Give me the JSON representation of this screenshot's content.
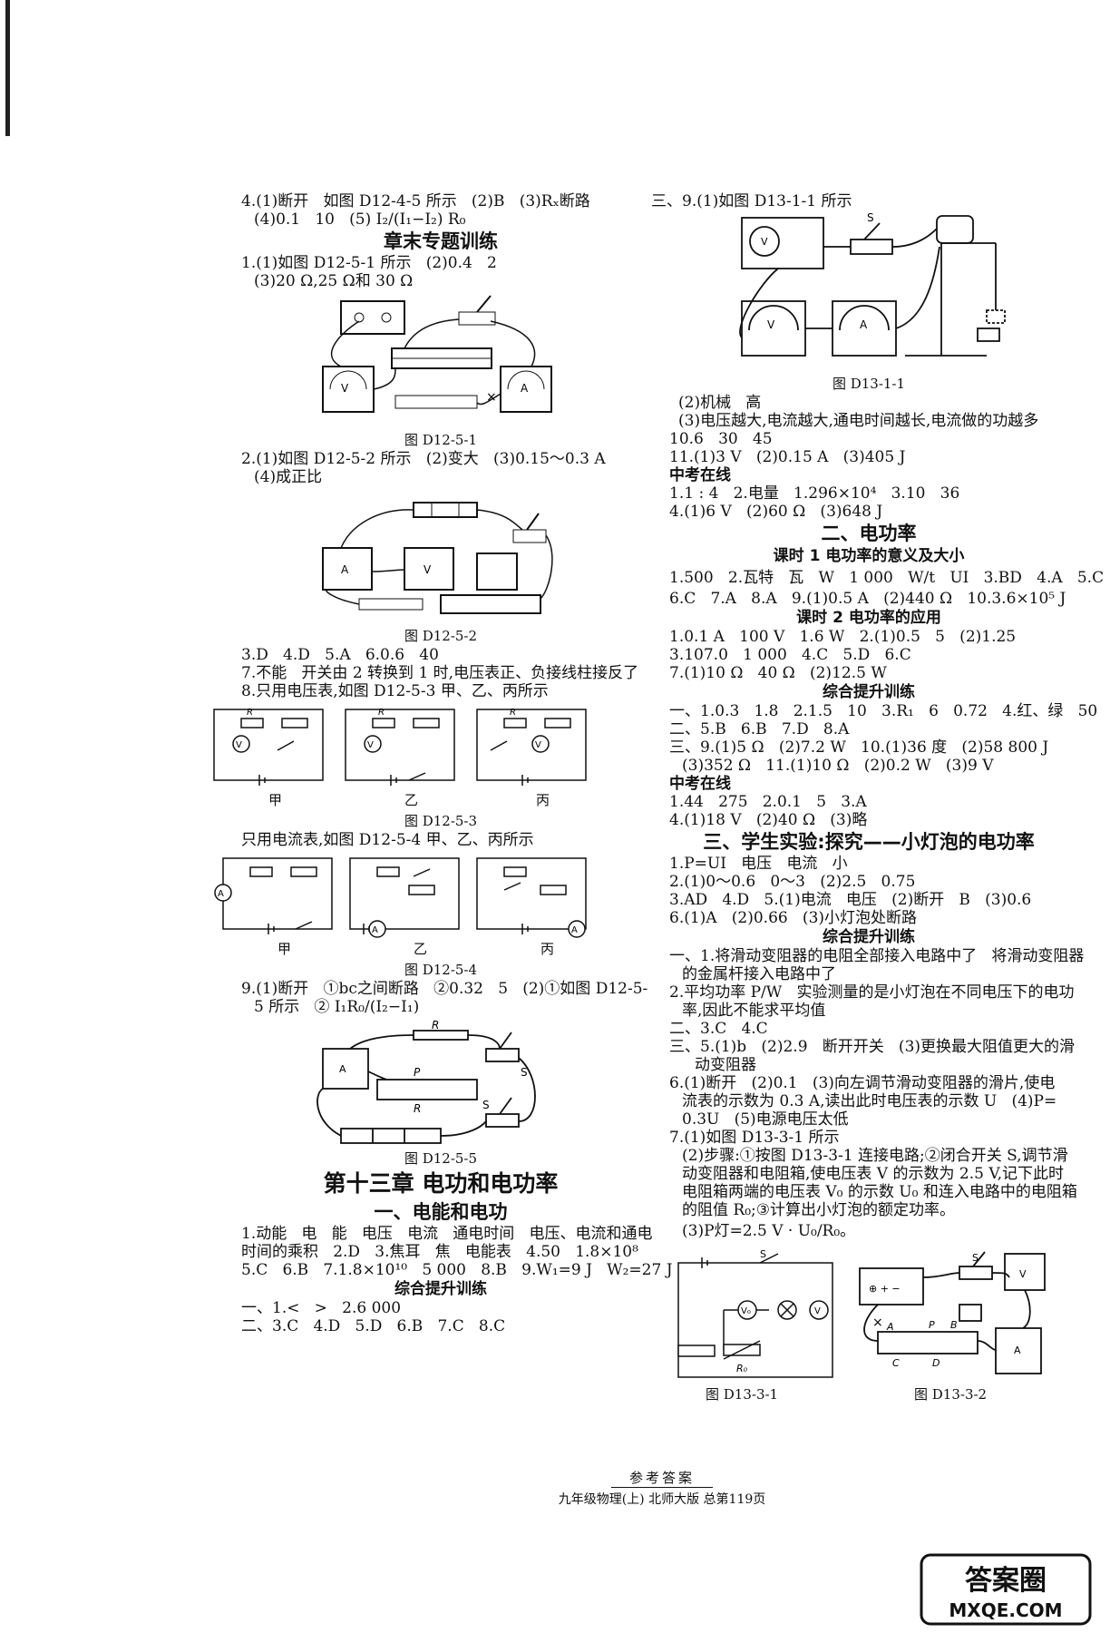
{
  "left": {
    "q4_line1": "4.(1)断开   如图 D12-4-5 所示   (2)B   (3)Rₓ断路",
    "q4_line2": "(4)0.1   10   (5) I₂/(I₁−I₂) R₀",
    "section_chapter_training": "章末专题训练",
    "q1_line1": "1.(1)如图 D12-5-1 所示   (2)0.4   2",
    "q1_line2": "(3)20 Ω,25 Ω和 30 Ω",
    "cap_d12_5_1": "图 D12-5-1",
    "q2_line1": "2.(1)如图 D12-5-2 所示   (2)变大   (3)0.15～0.3 A",
    "q2_line2": "(4)成正比",
    "cap_d12_5_2": "图 D12-5-2",
    "q3_line": "3.D   4.D   5.A   6.0.6   40",
    "q7_line": "7.不能   开关由 2 转换到 1 时,电压表正、负接线柱接反了",
    "q8_line": "8.只用电压表,如图 D12-5-3 甲、乙、丙所示",
    "label_jia": "甲",
    "label_yi": "乙",
    "label_bing": "丙",
    "cap_d12_5_3": "图 D12-5-3",
    "q8_line2": "只用电流表,如图 D12-5-4 甲、乙、丙所示",
    "cap_d12_5_4": "图 D12-5-4",
    "q9_line1": "9.(1)断开   ①bc之间断路   ②0.32   5   (2)①如图 D12-5-",
    "q9_line2": "5 所示   ② I₁R₀/(I₂−I₁)",
    "cap_d12_5_5": "图 D12-5-5",
    "chapter13_title": "第十三章   电功和电功率",
    "sec1_title": "一、电能和电功",
    "s1_line1": "1.动能   电   能   电压   电流   通电时间   电压、电流和通电",
    "s1_line2": "时间的乘积   2.D   3.焦耳   焦   电能表   4.50   1.8×10⁸",
    "s1_line3": "5.C   6.B   7.1.8×10¹⁰   5 000   8.B   9.W₁=9 J   W₂=27 J",
    "comp_title": "综合提升训练",
    "s1_line4": "一、1.<   >   2.6 000",
    "s1_line5": "二、3.C   4.D   5.D   6.B   7.C   8.C"
  },
  "right": {
    "r_line1": "三、9.(1)如图 D13-1-1 所示",
    "cap_d13_1_1": "图 D13-1-1",
    "r_line2": "(2)机械   高",
    "r_line3": "(3)电压越大,电流越大,通电时间越长,电流做的功越多",
    "r_line4": "10.6   30   45",
    "r_line5": "11.(1)3 V   (2)0.15 A   (3)405 J",
    "zk_title": "中考在线",
    "r_line6": "1.1 : 4   2.电量   1.296×10⁴   3.10   36",
    "r_line7": "4.(1)6 V   (2)60 Ω   (3)648 J",
    "sec2_title": "二、电功率",
    "lesson1_title": "课时 1   电功率的意义及大小",
    "r_line8": "1.500   2.瓦特   瓦   W   1 000   W/t   UI   3.BD   4.A   5.C",
    "r_line9": "6.C   7.A   8.A   9.(1)0.5 A   (2)440 Ω   10.3.6×10⁵ J",
    "lesson2_title": "课时 2   电功率的应用",
    "r_line10": "1.0.1 A   100 V   1.6 W   2.(1)0.5   5   (2)1.25",
    "r_line11": "3.107.0   1 000   4.C   5.D   6.C",
    "r_line12": "7.(1)10 Ω   40 Ω   (2)12.5 W",
    "comp_title2": "综合提升训练",
    "r_line13": "一、1.0.3   1.8   2.1.5   10   3.R₁   6   0.72   4.红、绿   50",
    "r_line14": "二、5.B   6.B   7.D   8.A",
    "r_line15": "三、9.(1)5 Ω   (2)7.2 W   10.(1)36 度   (2)58 800 J",
    "r_line16": "(3)352 Ω   11.(1)10 Ω   (2)0.2 W   (3)9 V",
    "zk_title2": "中考在线",
    "r_line17": "1.44   275   2.0.1   5   3.A",
    "r_line18": "4.(1)18 V   (2)40 Ω   (3)略",
    "sec3_title": "三、学生实验:探究——小灯泡的电功率",
    "r_line19": "1.P=UI   电压   电流   小",
    "r_line20": "2.(1)0～0.6   0～3   (2)2.5   0.75",
    "r_line21": "3.AD   4.D   5.(1)电流   电压   (2)断开   B   (3)0.6",
    "r_line22": "6.(1)A   (2)0.66   (3)小灯泡处断路",
    "comp_title3": "综合提升训练",
    "r_line23": "一、1.将滑动变阻器的电阻全部接入电路中了   将滑动变阻器",
    "r_line24": "的金属杆接入电路中了",
    "r_line25": "2.平均功率 P/W   实验测量的是小灯泡在不同电压下的电功",
    "r_line26": "率,因此不能求平均值",
    "r_line27": "二、3.C   4.C",
    "r_line28": "三、5.(1)b   (2)2.9   断开开关   (3)更换最大阻值更大的滑",
    "r_line29": "动变阻器",
    "r_line30": "6.(1)断开   (2)0.1   (3)向左调节滑动变阻器的滑片,使电",
    "r_line31": "流表的示数为 0.3 A,读出此时电压表的示数 U   (4)P=",
    "r_line32": "0.3U   (5)电源电压太低",
    "r_line33": "7.(1)如图 D13-3-1 所示",
    "r_line34": "(2)步骤:①按图 D13-3-1 连接电路;②闭合开关 S,调节滑",
    "r_line35": "动变阻器和电阻箱,使电压表 V 的示数为 2.5 V,记下此时",
    "r_line36": "电阻箱两端的电压表 V₀ 的示数 U₀ 和连入电路中的电阻箱",
    "r_line37": "的阻值 R₀;③计算出小灯泡的额定功率。",
    "r_line38": "(3)P灯=2.5 V · U₀/R₀。",
    "cap_d13_3_1": "图 D13-3-1",
    "cap_d13_3_2": "图 D13-3-2"
  },
  "footer": {
    "line1": "参考答案",
    "line2": "九年级物理(上)   北师大版   总第119页"
  },
  "watermark": {
    "top": "答案圈",
    "bottom": "MXQE.COM"
  }
}
